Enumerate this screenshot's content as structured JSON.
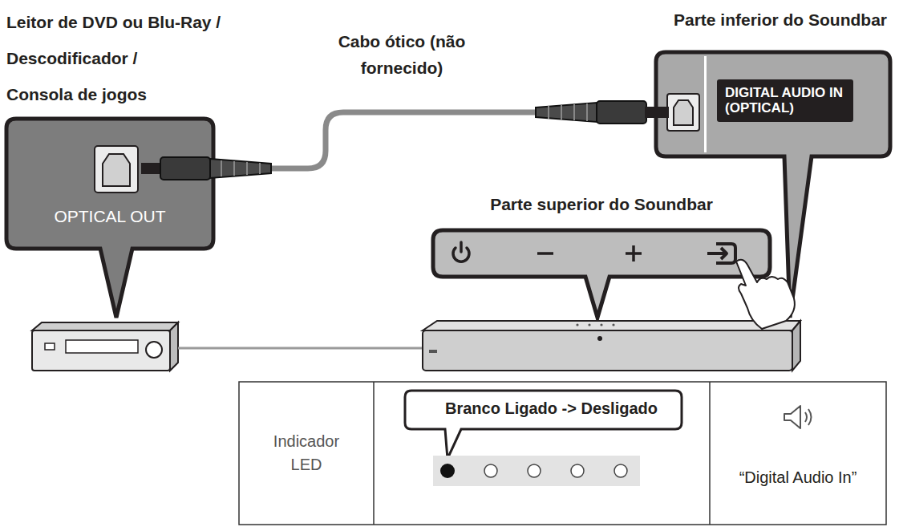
{
  "diagram": {
    "nodes": [
      {
        "text": [
          "OPTICAL OUT"
        ]
      },
      {
        "text": [
          "Parte inferior do Soundbar",
          "DIGITAL AUDIO IN (OPTICAL)"
        ]
      },
      {
        "text": [
          "Parte superior do Soundbar"
        ]
      },
      {
        "text": [
          "Branco Ligado -> Desligado"
        ]
      }
    ],
    "edges": [
      {
        "from": 0,
        "to": 1,
        "arrow": "none",
        "label": "Cabo ótico (não fornecido)"
      }
    ],
    "labels": [
      "Leitor de DVD ou Blu-Ray /",
      "Descodificador /",
      "Consola de jogos",
      "Indicador LED",
      "“Digital Audio In”"
    ]
  }
}
